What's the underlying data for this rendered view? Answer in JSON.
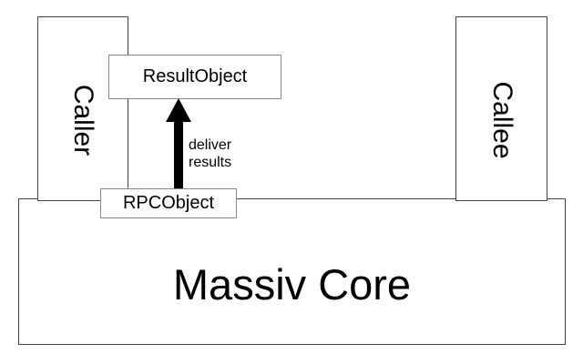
{
  "diagram": {
    "core_label": "Massiv Core",
    "caller_label": "Caller",
    "callee_label": "Callee",
    "result_object_label": "ResultObject",
    "rpc_object_label": "RPCObject",
    "arrow_label_line1": "deliver",
    "arrow_label_line2": "results"
  }
}
